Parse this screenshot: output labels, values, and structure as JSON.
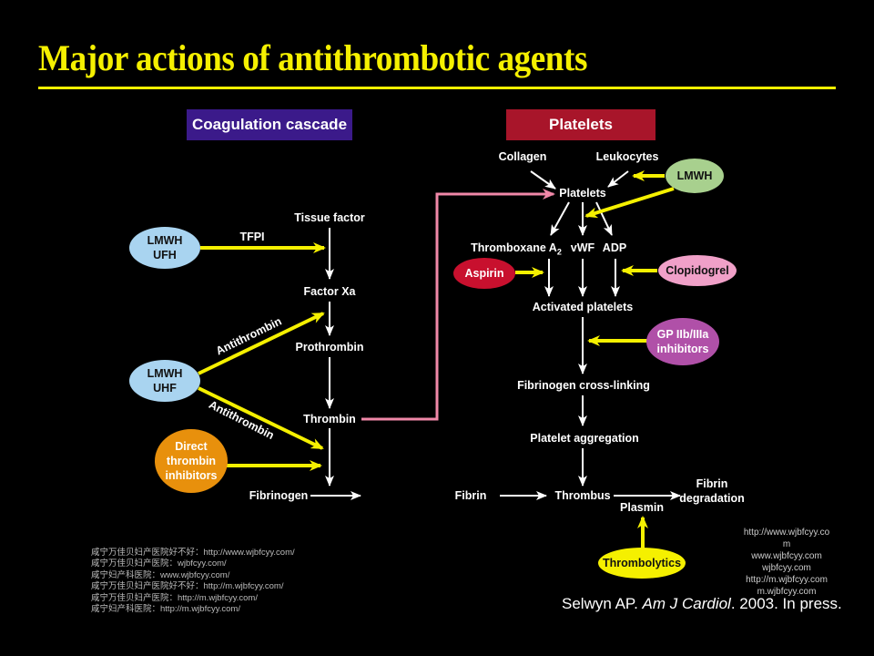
{
  "slide": {
    "title": "Major actions of antithrombotic agents",
    "colors": {
      "title": "#f5f000",
      "inhibitor_arrow": "#f5f000",
      "pathway_arrow": "#ffffff",
      "link_arrow": "#f088a8"
    }
  },
  "coagulation": {
    "header": "Coagulation cascade",
    "header_color": "#3b1a8a",
    "steps": [
      "Tissue factor",
      "Factor Xa",
      "Prothrombin",
      "Thrombin",
      "Fibrinogen"
    ],
    "tfpi_label": "TFPI",
    "antithrombin_label_1": "Antithrombin",
    "antithrombin_label_2": "Antithrombin",
    "agents": {
      "lmwh_ufh": {
        "line1": "LMWH",
        "line2": "UFH",
        "color": "#a9d4f0"
      },
      "lmwh_uhf": {
        "line1": "LMWH",
        "line2": "UHF",
        "color": "#a9d4f0"
      },
      "direct_thrombin": {
        "line1": "Direct",
        "line2": "thrombin",
        "line3": "inhibitors",
        "color": "#e8900c"
      }
    }
  },
  "platelets": {
    "header": "Platelets",
    "header_color": "#a8152a",
    "collagen": "Collagen",
    "leukocytes": "Leukocytes",
    "platelets": "Platelets",
    "thromboxane": "Thromboxane A",
    "thromboxane_sub": "2",
    "vwf": "vWF",
    "adp": "ADP",
    "activated": "Activated platelets",
    "fibrinogen_crosslinking": "Fibrinogen cross-linking",
    "aggregation": "Platelet aggregation",
    "fibrin": "Fibrin",
    "thrombus": "Thrombus",
    "plasmin": "Plasmin",
    "fibrin_degradation_1": "Fibrin",
    "fibrin_degradation_2": "degradation",
    "agents": {
      "lmwh": {
        "label": "LMWH",
        "color": "#a8d08e"
      },
      "aspirin": {
        "label": "Aspirin",
        "color": "#c8102e"
      },
      "clopidogrel": {
        "label": "Clopidogrel",
        "color": "#f0a0c8"
      },
      "gp": {
        "line1": "GP IIb/IIIa",
        "line2": "inhibitors",
        "color": "#b050a8"
      },
      "thrombolytics": {
        "label": "Thrombolytics",
        "color": "#f5f000"
      }
    }
  },
  "citation": {
    "author": "Selwyn AP.",
    "journal": "Am J Cardiol",
    "rest": ". 2003. In press."
  },
  "watermark_left": [
    "咸宁万佳贝妇产医院好不好：http://www.wjbfcyy.com/",
    "咸宁万佳贝妇产医院：wjbfcyy.com/",
    "咸宁妇产科医院：www.wjbfcyy.com/",
    "咸宁万佳贝妇产医院好不好：http://m.wjbfcyy.com/",
    "咸宁万佳贝妇产医院：http://m.wjbfcyy.com/",
    "咸宁妇产科医院：http://m.wjbfcyy.com/"
  ],
  "watermark_right": [
    "http://www.wjbfcyy.co",
    "m",
    "www.wjbfcyy.com",
    "wjbfcyy.com",
    "http://m.wjbfcyy.com",
    "m.wjbfcyy.com"
  ]
}
